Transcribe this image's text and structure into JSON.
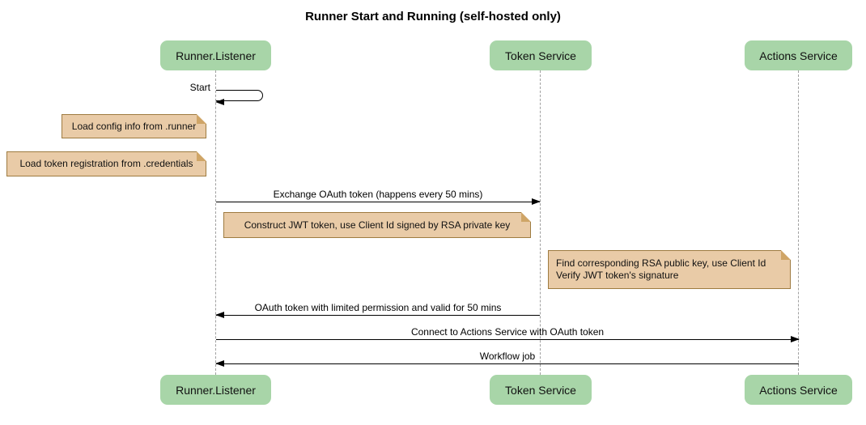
{
  "title": "Runner Start and Running (self-hosted only)",
  "participants": [
    {
      "label": "Runner.Listener"
    },
    {
      "label": "Token Service"
    },
    {
      "label": "Actions Service"
    }
  ],
  "self_message": {
    "label": "Start",
    "on": "Runner.Listener"
  },
  "notes": [
    {
      "text": "Load config info from .runner",
      "position": "left of Runner.Listener"
    },
    {
      "text": "Load token registration from .credentials",
      "position": "left of Runner.Listener"
    },
    {
      "text": "Construct JWT token, use Client Id signed by RSA private key",
      "position": "over Runner.Listener,Token Service"
    },
    {
      "lines": [
        "Find corresponding RSA public key, use Client Id",
        "Verify JWT token's signature"
      ],
      "position": "over Token Service,Actions Service"
    }
  ],
  "messages": [
    {
      "label": "Exchange OAuth token (happens every 50 mins)",
      "from": "Runner.Listener",
      "to": "Token Service",
      "direction": "right"
    },
    {
      "label": "OAuth token with limited permission and valid for 50 mins",
      "from": "Token Service",
      "to": "Runner.Listener",
      "direction": "left"
    },
    {
      "label": "Connect to Actions Service with OAuth token",
      "from": "Runner.Listener",
      "to": "Actions Service",
      "direction": "right"
    },
    {
      "label": "Workflow job",
      "from": "Actions Service",
      "to": "Runner.Listener",
      "direction": "left"
    }
  ],
  "colors": {
    "participant_fill": "#a8d5a8",
    "note_fill": "#e9cba7",
    "note_border": "#9e7b40",
    "lifeline": "#a0a0a0",
    "arrow": "#000000",
    "background": "#ffffff"
  }
}
